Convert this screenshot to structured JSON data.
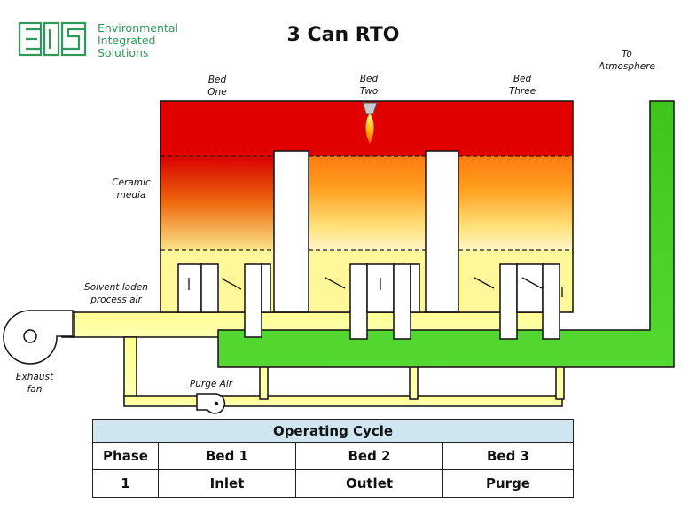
{
  "logo": {
    "mark": "EIS",
    "line1": "Environmental",
    "line2": "Integrated",
    "line3": "Solutions"
  },
  "title": "3 Can RTO",
  "labels": {
    "bed_one_l1": "Bed",
    "bed_one_l2": "One",
    "bed_two_l1": "Bed",
    "bed_two_l2": "Two",
    "bed_three_l1": "Bed",
    "bed_three_l2": "Three",
    "to_atm_l1": "To",
    "to_atm_l2": "Atmosphere",
    "ceramic_l1": "Ceramic",
    "ceramic_l2": "media",
    "solvent_l1": "Solvent laden",
    "solvent_l2": "process air",
    "exhaust_l1": "Exhaust",
    "exhaust_l2": "fan",
    "purge_air": "Purge Air"
  },
  "table": {
    "caption": "Operating Cycle",
    "headers": [
      "Phase",
      "Bed 1",
      "Bed 2",
      "Bed 3"
    ],
    "row": [
      "1",
      "Inlet",
      "Outlet",
      "Purge"
    ]
  },
  "colors": {
    "brand_green": "#2e9a5a",
    "hot_zone": "#e00000",
    "inlet_air": "#ffffa8",
    "outlet_air": "#44cc22",
    "table_header": "#cfe6f0"
  }
}
